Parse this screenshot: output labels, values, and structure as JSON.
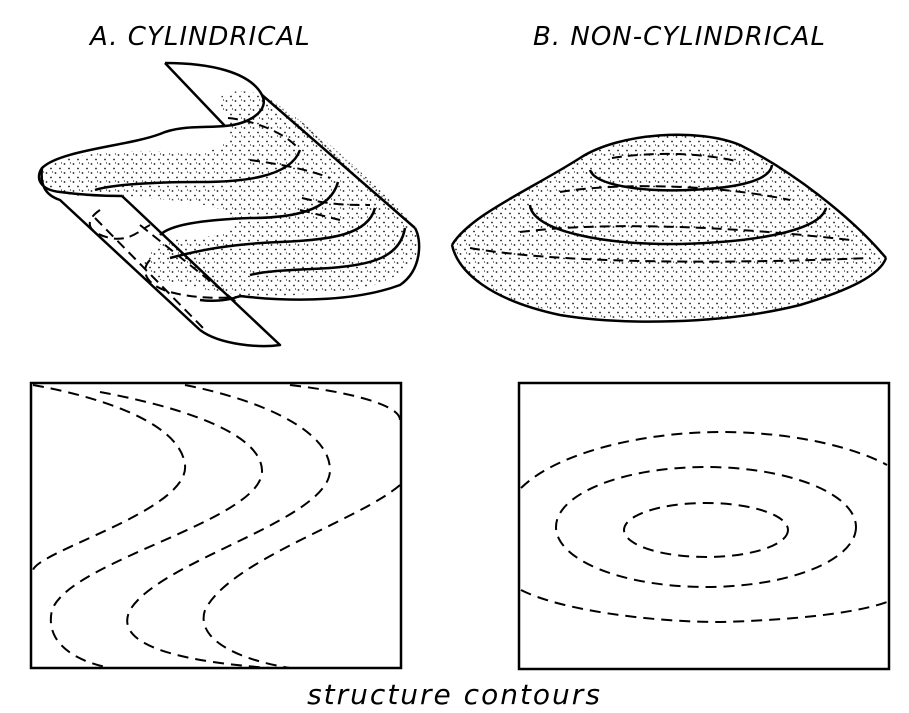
{
  "figure": {
    "panel_a_title": "A.  CYLINDRICAL",
    "panel_b_title": "B.  NON-CYLINDRICAL",
    "caption": "structure contours"
  },
  "colors": {
    "ink": "#000000",
    "paper": "#ffffff",
    "stipple": "#1a1a1a"
  }
}
